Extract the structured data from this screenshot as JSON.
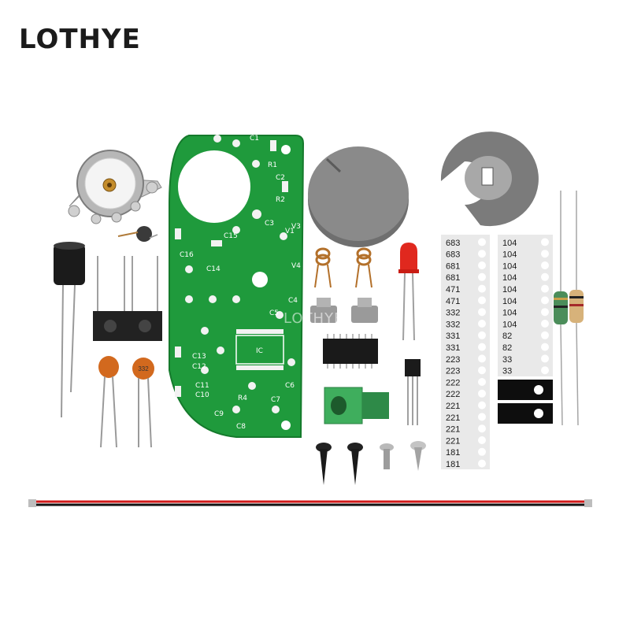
{
  "brand": {
    "logo_text": "LOTHYE",
    "watermark": "LOTHYE"
  },
  "pcb": {
    "labels": [
      "C1",
      "R1",
      "C2",
      "R2",
      "C3",
      "V3",
      "V4",
      "V1",
      "C15",
      "C16",
      "C14",
      "C4",
      "C5",
      "IC",
      "C13",
      "C12",
      "C11",
      "C10",
      "C9",
      "R4",
      "C6",
      "C7",
      "C8"
    ]
  },
  "ceramic_caps": {
    "codes": [
      "",
      "332"
    ]
  },
  "resistor_tape": {
    "left_column": [
      "683",
      "683",
      "681",
      "681",
      "471",
      "471",
      "332",
      "332",
      "331",
      "331",
      "223",
      "223",
      "222",
      "222",
      "221",
      "221",
      "221",
      "221",
      "181",
      "181"
    ],
    "right_column": [
      "104",
      "104",
      "104",
      "104",
      "104",
      "104",
      "104",
      "104",
      "82",
      "82",
      "33",
      "33"
    ]
  },
  "colors": {
    "pcb_green": "#1f9a3c",
    "pcb_pad": "#f2f2f2",
    "knob_gray": "#7d7d7d",
    "wire_red": "#d11a1a",
    "wire_black": "#111111"
  }
}
